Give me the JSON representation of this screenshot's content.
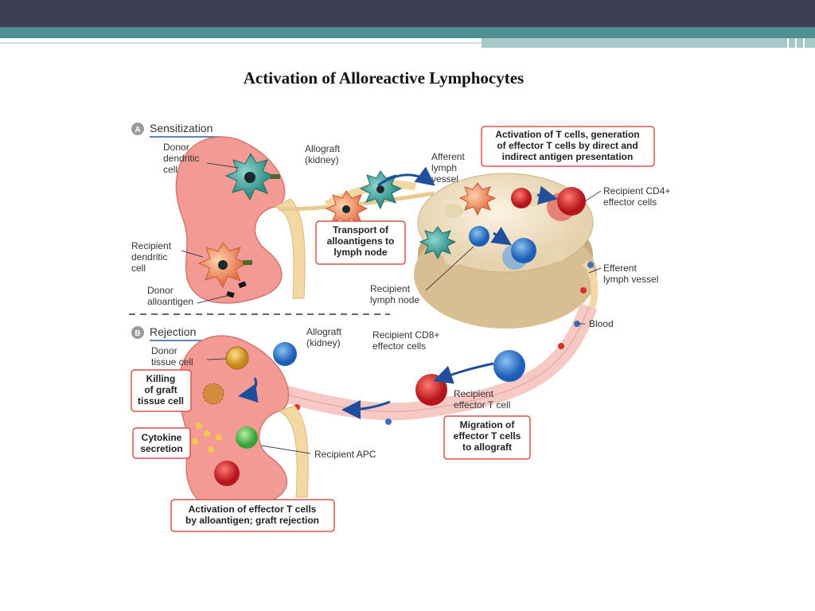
{
  "slide": {
    "title": "Activation of Alloreactive Lymphocytes"
  },
  "panels": {
    "a": {
      "letter": "A",
      "title": "Sensitization"
    },
    "b": {
      "letter": "B",
      "title": "Rejection"
    }
  },
  "labels": {
    "donor_dendritic": [
      "Donor",
      "dendritic",
      "cell"
    ],
    "allograft_a": [
      "Allograft",
      "(kidney)"
    ],
    "afferent": [
      "Afferent",
      "lymph",
      "vessel"
    ],
    "recipient_dendritic": [
      "Recipient",
      "dendritic",
      "cell"
    ],
    "donor_alloantigen": [
      "Donor",
      "alloantigen"
    ],
    "recipient_lymph_node": [
      "Recipient",
      "lymph node"
    ],
    "recipient_cd4": [
      "Recipient CD4+",
      "effector cells"
    ],
    "efferent": [
      "Efferent",
      "lymph vessel"
    ],
    "blood": "Blood",
    "recipient_cd8": [
      "Recipient CD8+",
      "effector cells"
    ],
    "donor_tissue": [
      "Donor",
      "tissue cell"
    ],
    "allograft_b": [
      "Allograft",
      "(kidney)"
    ],
    "recipient_effector": [
      "Recipient",
      "effector T cell"
    ],
    "recipient_apc": "Recipient APC"
  },
  "boxes": {
    "activation": [
      "Activation of T cells, generation",
      "of effector T cells by direct and",
      "indirect antigen presentation"
    ],
    "transport": [
      "Transport of",
      "alloantigens to",
      "lymph node"
    ],
    "killing": [
      "Killing",
      "of graft",
      "tissue cell"
    ],
    "cytokine": [
      "Cytokine",
      "secretion"
    ],
    "migration": [
      "Migration of",
      "effector T cells",
      "to allograft"
    ],
    "effector_activation": [
      "Activation of effector T cells",
      "by alloantigen; graft rejection"
    ]
  },
  "colors": {
    "header": "#3e3f55",
    "accent": "#4f8f93",
    "kidney": "#f29a93",
    "box_border": "#d9534f"
  }
}
